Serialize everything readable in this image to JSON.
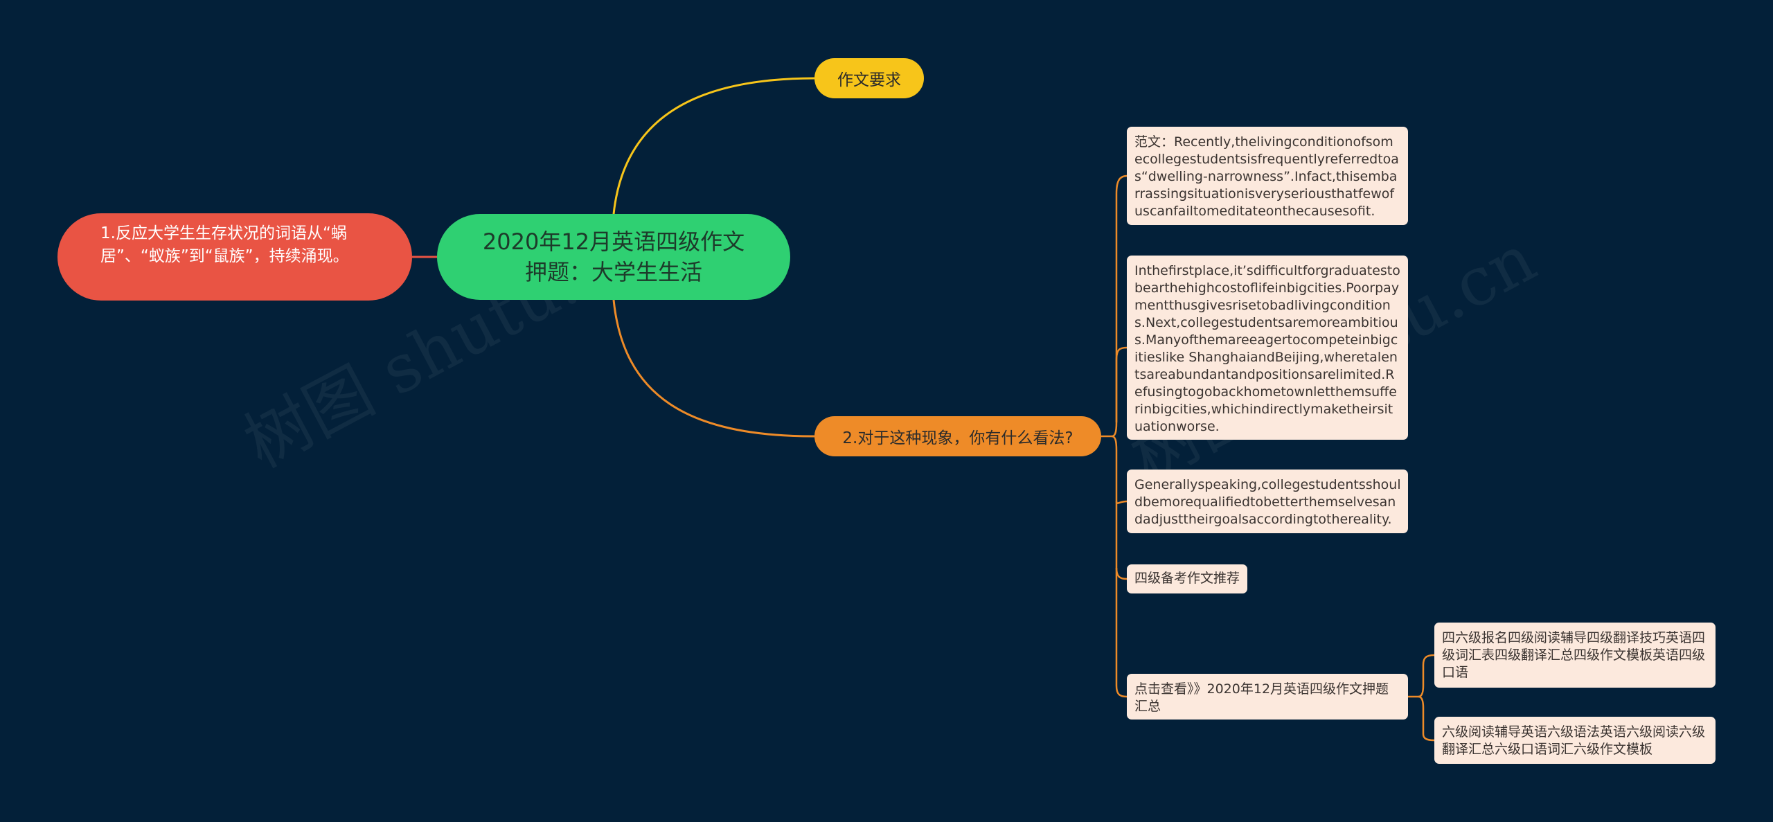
{
  "watermark": "树图 shutu.cn",
  "colors": {
    "background": "#032039",
    "central": "#2fd072",
    "left_branch": "#e95444",
    "requirement_branch": "#f7c51a",
    "opinion_branch": "#ee8b28",
    "leaf": "#fce9dd"
  },
  "central": {
    "line1": "2020年12月英语四级作文",
    "line2": "押题：大学生生活"
  },
  "left_branch": {
    "text": "1.反应大学生生存状况的词语从“蜗居”、“蚁族”到“鼠族”，持续涌现。"
  },
  "requirement": {
    "label": "作文要求"
  },
  "opinion": {
    "label": "2.对于这种现象，你有什么看法?"
  },
  "leaves": {
    "sample": "范文：Recently,thelivingconditionofsomecollegestudentsisfrequentlyreferredtoas“dwelling-narrowness”.Infact,thisembarrassingsituationisveryseriousthatfewofuscanfailtomeditateonthecausesofit.",
    "first_place": "Inthefirstplace,it’sdifficultforgraduatestobearthehighcostoflifeinbigcities.Poorpaymentthusgivesrisetobadlivingconditions.Next,collegestudentsaremoreambitious.Manyofthemareeagertocompeteinbigcitieslike ShanghaiandBeijing,wheretalentsareabundantandpositionsarelimited.Refusingtogobackhometownletthemsufferinbigcities,whichindirectlymaketheirsituationworse.",
    "generally": "Generallyspeaking,collegestudentsshouldbemorequalifiedtobetterthemselvesandadjusttheirgoalsaccordingtothereality.",
    "recommend": "四级备考作文推荐",
    "click_view": "点击查看》》2020年12月英语四级作文押题汇总",
    "sub1": "四六级报名四级阅读辅导四级翻译技巧英语四级词汇表四级翻译汇总四级作文模板英语四级口语",
    "sub2": "六级阅读辅导英语六级语法英语六级阅读六级翻译汇总六级口语词汇六级作文模板"
  }
}
